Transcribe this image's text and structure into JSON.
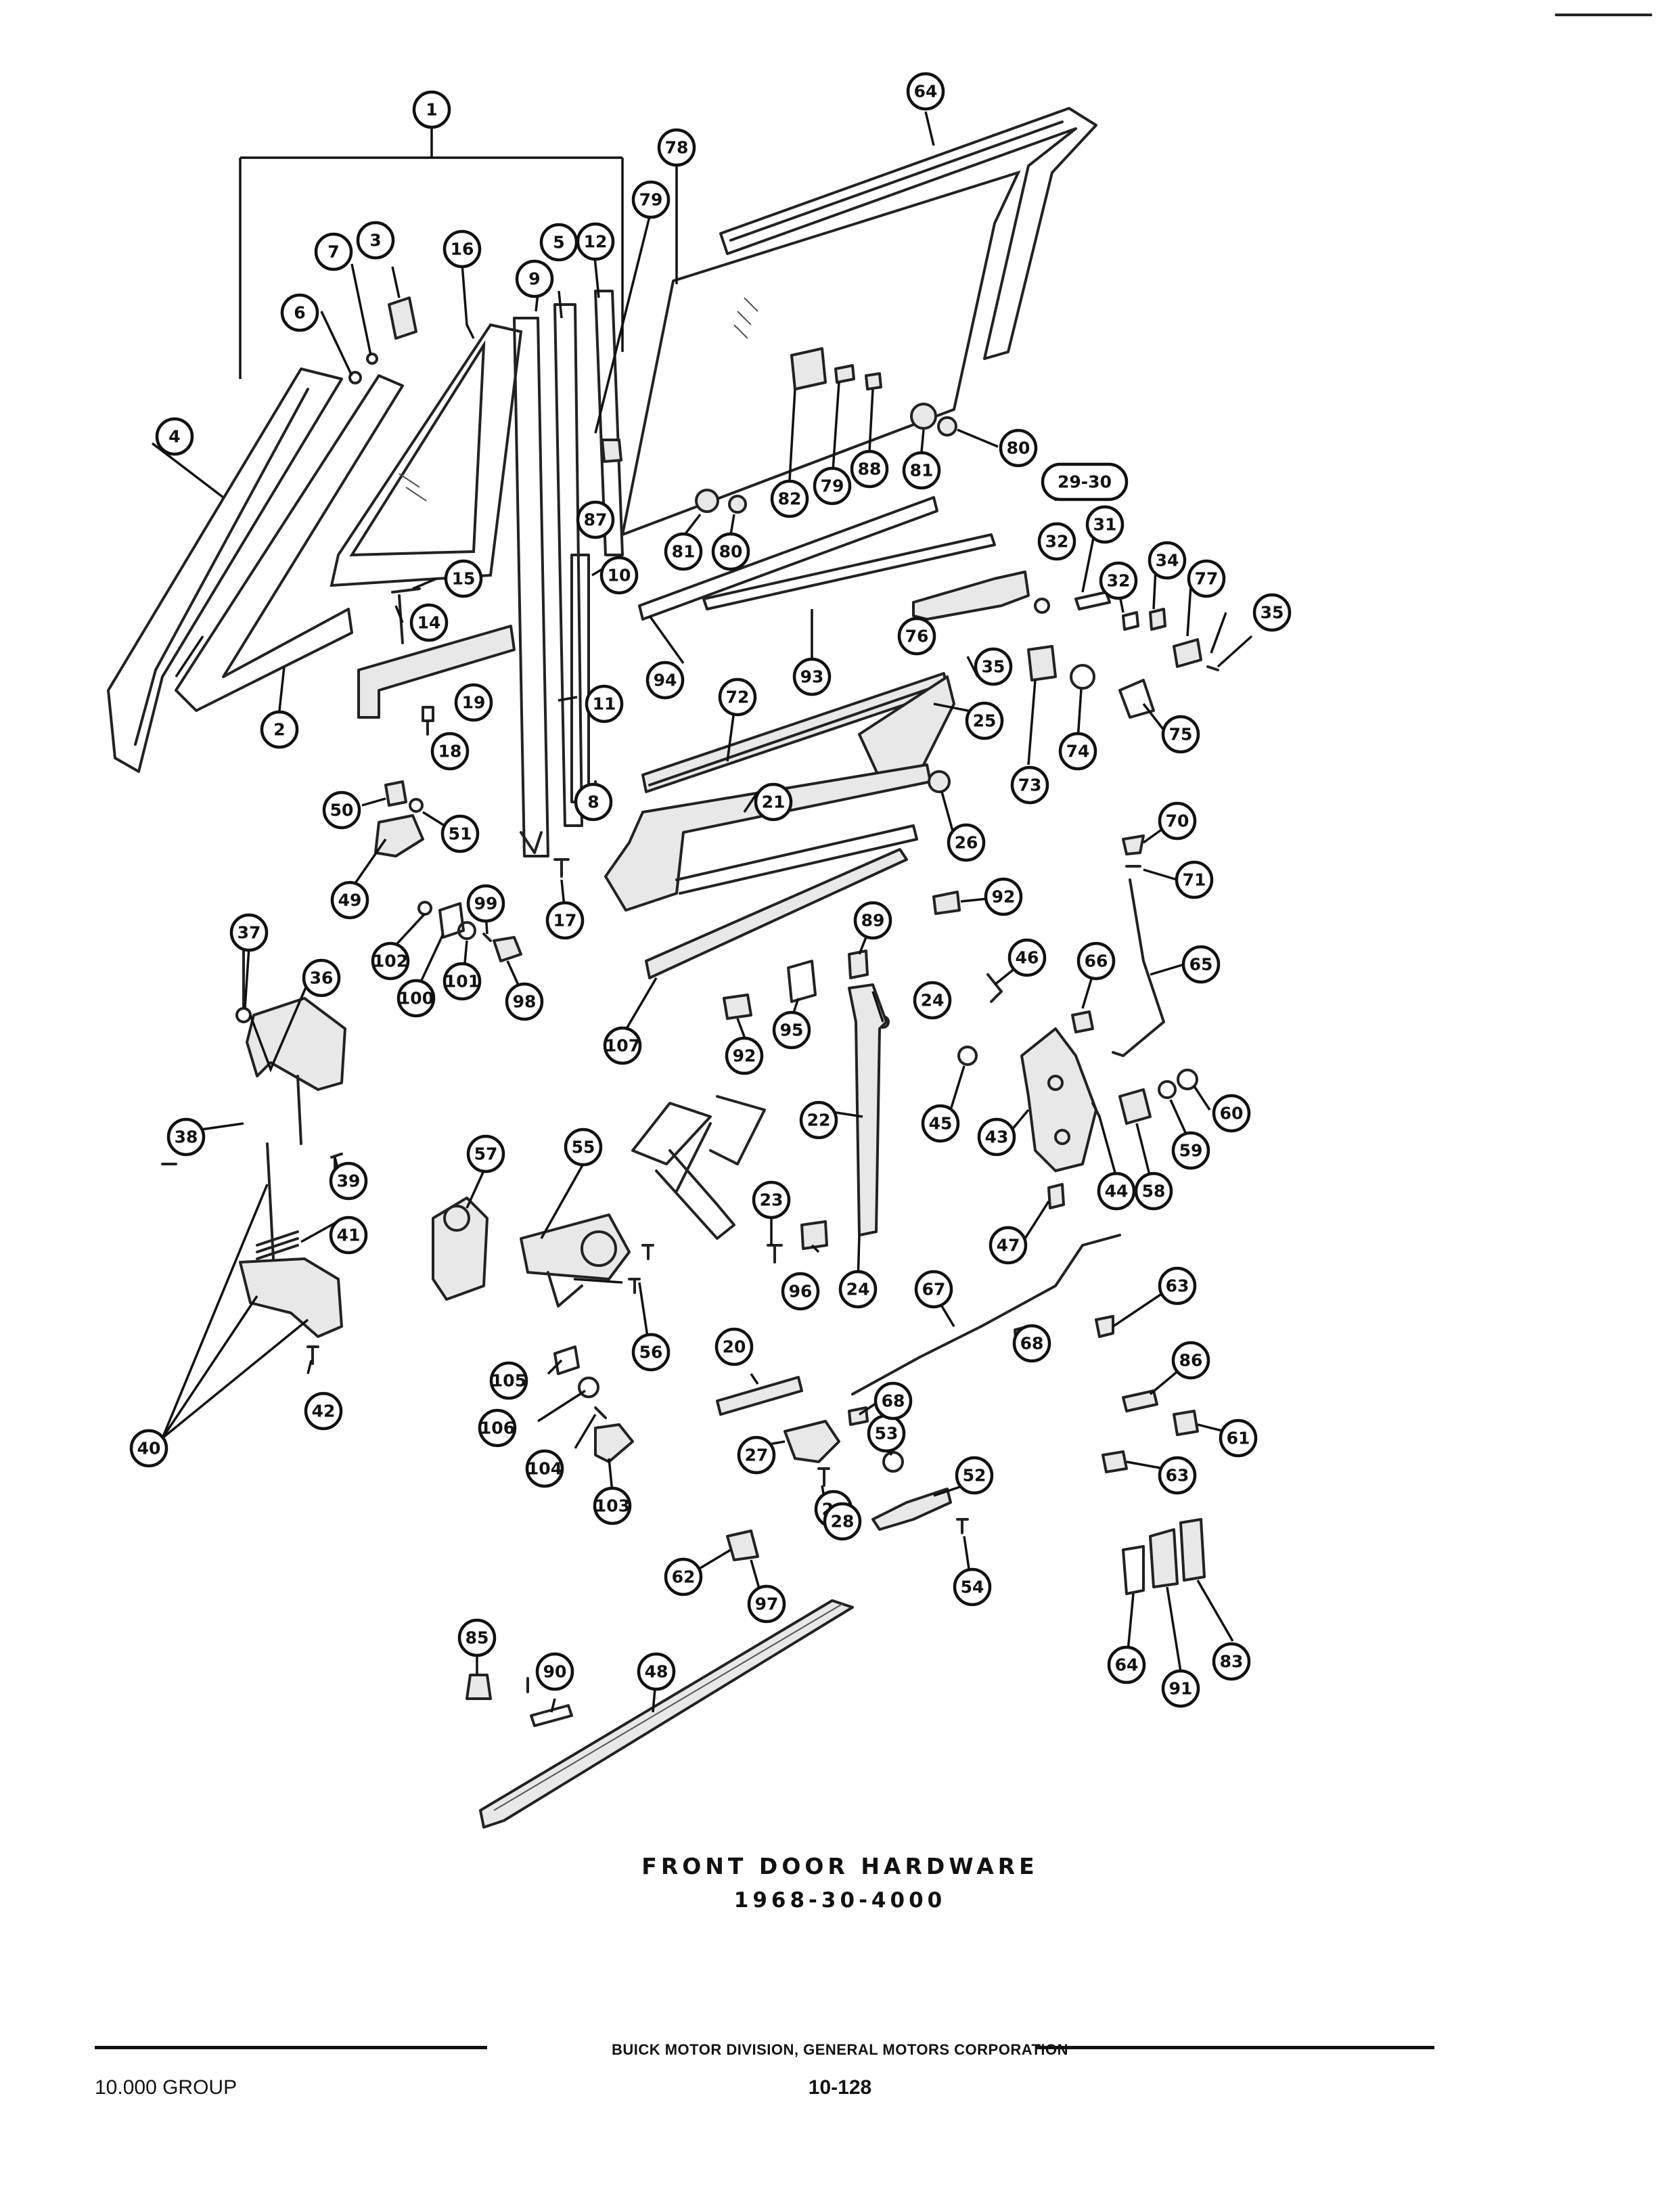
{
  "diagram": {
    "callouts": [
      "1",
      "2",
      "3",
      "4",
      "5",
      "6",
      "7",
      "8",
      "9",
      "10",
      "11",
      "12",
      "14",
      "15",
      "16",
      "17",
      "18",
      "19",
      "20",
      "21",
      "22",
      "23",
      "24",
      "24",
      "24",
      "25",
      "26",
      "27",
      "28",
      "29-30",
      "31",
      "32",
      "32",
      "34",
      "35",
      "35",
      "36",
      "37",
      "38",
      "39",
      "40",
      "41",
      "42",
      "43",
      "44",
      "45",
      "46",
      "47",
      "48",
      "49",
      "50",
      "51",
      "52",
      "53",
      "54",
      "55",
      "56",
      "57",
      "58",
      "59",
      "60",
      "61",
      "62",
      "63",
      "63",
      "64",
      "64",
      "65",
      "66",
      "67",
      "68",
      "68",
      "70",
      "71",
      "72",
      "73",
      "74",
      "75",
      "76",
      "77",
      "78",
      "79",
      "79",
      "80",
      "80",
      "81",
      "81",
      "82",
      "83",
      "85",
      "86",
      "87",
      "88",
      "89",
      "90",
      "91",
      "92",
      "92",
      "93",
      "94",
      "95",
      "96",
      "97",
      "98",
      "99",
      "100",
      "101",
      "102",
      "103",
      "104",
      "105",
      "106",
      "107"
    ]
  },
  "caption": {
    "title": "FRONT DOOR HARDWARE",
    "code": "1968-30-4000"
  },
  "footer": {
    "organization": "BUICK MOTOR DIVISION, GENERAL MOTORS CORPORATION",
    "group": "10.000 GROUP",
    "page": "10-128"
  }
}
